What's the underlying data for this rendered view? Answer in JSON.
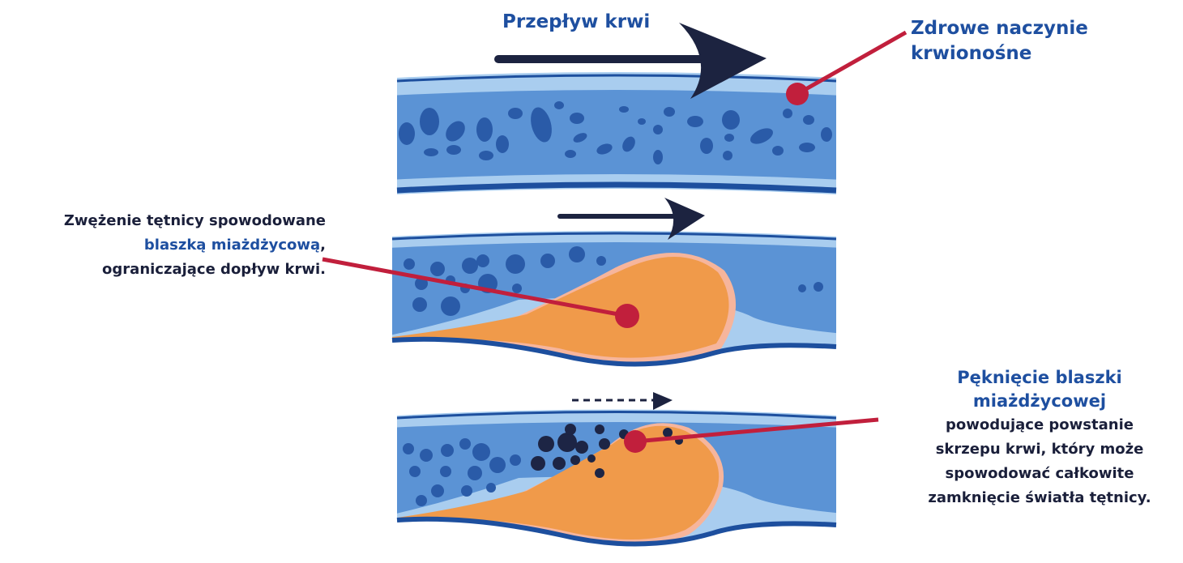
{
  "labels": {
    "blood_flow": "Przepływ krwi",
    "healthy_vessel_line1": "Zdrowe naczynie",
    "healthy_vessel_line2": "krwionośne",
    "narrowing_line1": "Zwężenie tętnicy spowodowane",
    "narrowing_highlight": "blaszką miażdżycową",
    "narrowing_comma": ",",
    "narrowing_line3": "ograniczające dopływ krwi.",
    "rupture_head_line1": "Pęknięcie blaszki",
    "rupture_head_line2": "miażdżycowej",
    "rupture_body_line1": "powodujące powstanie",
    "rupture_body_line2": "skrzepu krwi, który może",
    "rupture_body_line3": "spowodować całkowite",
    "rupture_body_line4": "zamknięcie światła tętnicy."
  },
  "colors": {
    "heading_blue": "#1e4fa0",
    "text_dark": "#1a1f3a",
    "arrow_navy": "#1c2340",
    "vessel_wall_light": "#a9cdef",
    "vessel_lumen": "#5b93d5",
    "vessel_edge": "#1d4f9e",
    "blood_cell": "#2a5ba8",
    "plaque_orange": "#f09a4a",
    "plaque_rim": "#f6b59c",
    "clot_navy": "#1d2545",
    "pointer_red": "#c11f3c"
  },
  "icons": [
    "arrow-right-icon",
    "dashed-arrow-right-icon",
    "pointer-dot-icon"
  ]
}
